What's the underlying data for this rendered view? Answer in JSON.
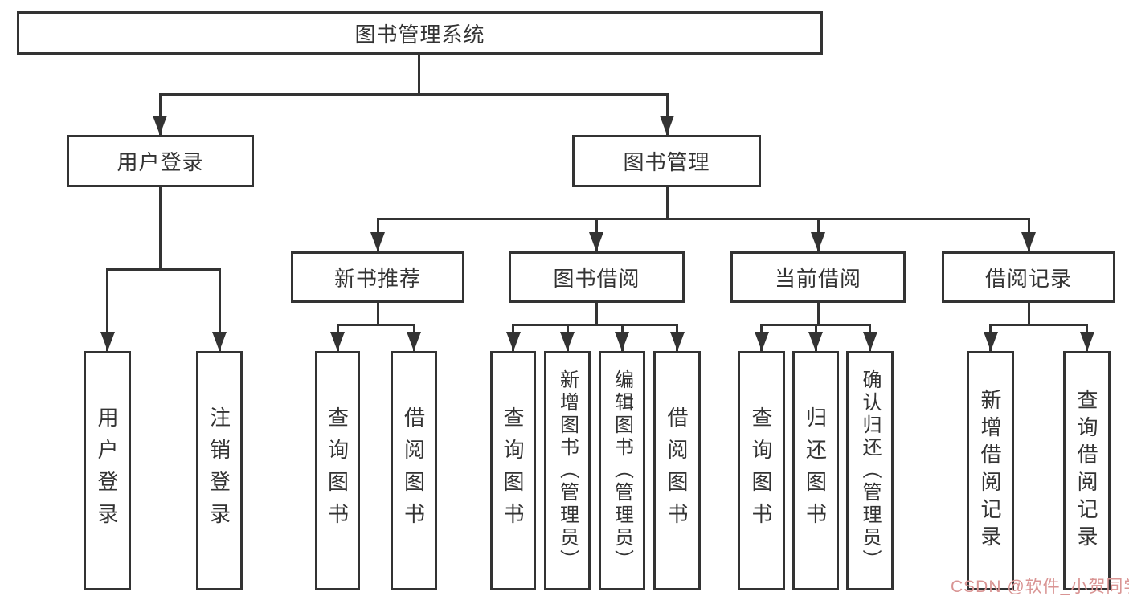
{
  "tree": {
    "root": {
      "label": "图书管理系统"
    },
    "branches": [
      {
        "label": "用户登录",
        "children": [
          {
            "label": "用户登录"
          },
          {
            "label": "注销登录"
          }
        ]
      },
      {
        "label": "图书管理",
        "sections": [
          {
            "label": "新书推荐",
            "children": [
              {
                "label": "查询图书"
              },
              {
                "label": "借阅图书"
              }
            ]
          },
          {
            "label": "图书借阅",
            "children": [
              {
                "label": "查询图书"
              },
              {
                "label": "新增图书（管理员）"
              },
              {
                "label": "编辑图书（管理员）"
              },
              {
                "label": "借阅图书"
              }
            ]
          },
          {
            "label": "当前借阅",
            "children": [
              {
                "label": "查询图书"
              },
              {
                "label": "归还图书"
              },
              {
                "label": "确认归还（管理员）"
              }
            ]
          },
          {
            "label": "借阅记录",
            "children": [
              {
                "label": "新增借阅记录"
              },
              {
                "label": "查询借阅记录"
              }
            ]
          }
        ]
      }
    ]
  },
  "watermark": {
    "text": "CSDN @软件_小贺同学",
    "color": "#d99493"
  },
  "colors": {
    "line": "#333333",
    "text": "#333333",
    "background": "#ffffff"
  }
}
